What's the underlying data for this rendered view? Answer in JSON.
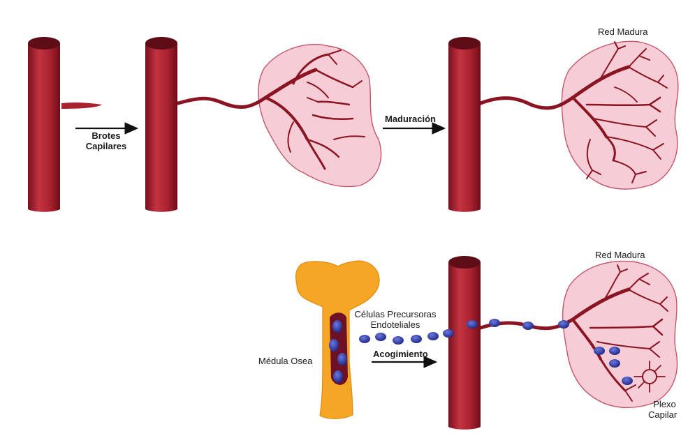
{
  "labels": {
    "brotes_line1": "Brotes",
    "brotes_line2": "Capilares",
    "maduracion": "Maduración",
    "red_madura_top": "Red Madura",
    "red_madura_bottom": "Red Madura",
    "celulas_line1": "Células Precursoras",
    "celulas_line2": "Endoteliales",
    "medula": "Médula Osea",
    "acogimiento": "Acogimiento",
    "plexo_line1": "Plexo",
    "plexo_line2": "Capilar"
  },
  "colors": {
    "vessel": "#b32a35",
    "vessel_dark": "#5e0d17",
    "tissue_fill": "#f6cdd6",
    "tissue_stroke": "#c2566c",
    "bone": "#f6a625",
    "marrow": "#6e1026",
    "cell": "#2f3aa6"
  }
}
